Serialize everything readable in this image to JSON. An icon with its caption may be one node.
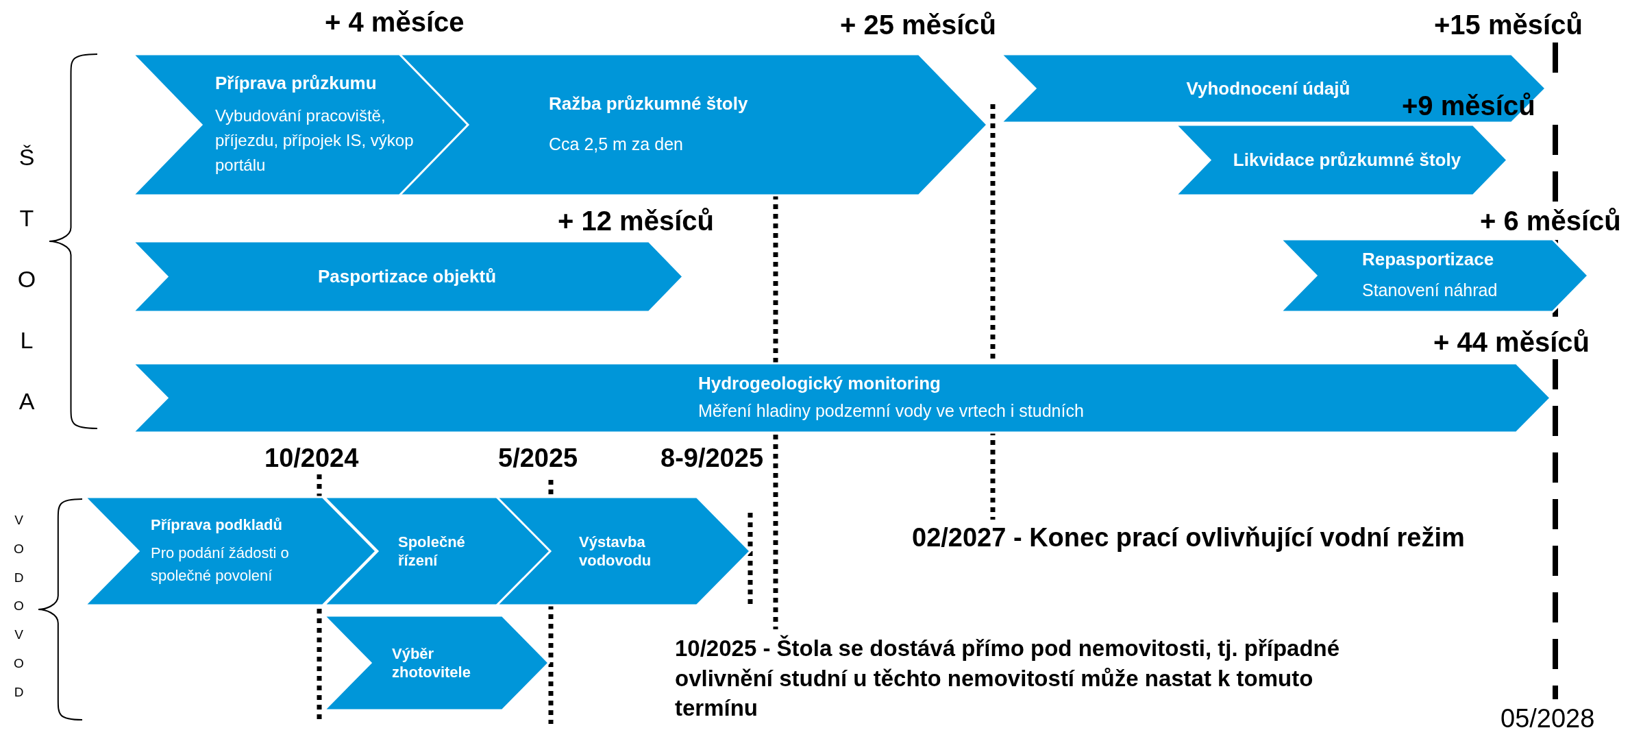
{
  "diagram": {
    "nodes": [
      {
        "text": [
          "Příprava průzkumu",
          "Vybudování pracoviště, příjezdu, přípojek IS, výkop portálu"
        ]
      },
      {
        "text": [
          "Ražba průzkumné štoly",
          "Cca 2,5 m za den"
        ]
      },
      {
        "text": [
          "Vyhodnocení údajů"
        ]
      },
      {
        "text": [
          "Likvidace průzkumné štoly"
        ]
      },
      {
        "text": [
          "Pasportizace objektů"
        ]
      },
      {
        "text": [
          "Repasportizace",
          "Stanovení náhrad"
        ]
      },
      {
        "text": [
          "Hydrogeologický monitoring",
          "Měření hladiny podzemní vody ve vrtech i studních"
        ]
      },
      {
        "text": [
          "Příprava podkladů",
          "Pro podání žádosti o společné povolení"
        ]
      },
      {
        "text": [
          "Společné řízení"
        ]
      },
      {
        "text": [
          "Výstavba vodovodu"
        ]
      },
      {
        "text": [
          "Výběr zhotovitele"
        ]
      }
    ],
    "labels": [
      "+ 4 měsíce",
      "+ 25 měsíců",
      "+15 měsíců",
      "+9 měsíců",
      "ŠTOLA",
      "+ 12 měsíců",
      "+ 6 měsíců",
      "+ 44 měsíců",
      "10/2024",
      "5/2025",
      "8-9/2025",
      "VODOVOD",
      "02/2027 - Konec prací ovlivňující vodní režim",
      "10/2025 - Štola se dostává přímo pod nemovitosti, tj. případné ovlivnění studní u těchto nemovitostí může nastat k tomuto termínu",
      "05/2028"
    ]
  }
}
